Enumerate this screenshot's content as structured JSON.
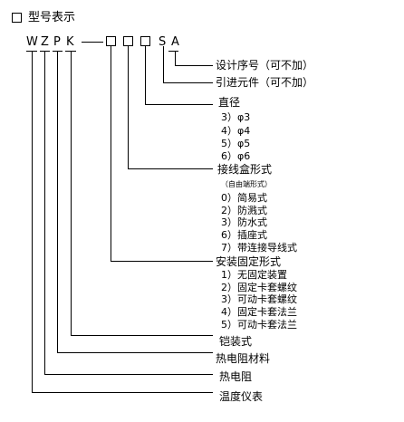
{
  "title": "型号表示",
  "code": {
    "letters": [
      "W",
      "Z",
      "P",
      "K"
    ],
    "sa": [
      "S",
      "A"
    ]
  },
  "labels": {
    "design_seq": "设计序号（可不加）",
    "lead_element": "引进元件（可不加）",
    "diameter": "直径",
    "diameter_items": [
      "3）φ3",
      "4）φ4",
      "5）φ5",
      "6）φ6"
    ],
    "junction_box": "接线盒形式",
    "junction_note": "（自由端形式）",
    "junction_items": [
      "0）简易式",
      "2）防溅式",
      "3）防水式",
      "6）插座式",
      "7）带连接导线式"
    ],
    "mount": "安装固定形式",
    "mount_items": [
      "1）无固定装置",
      "2）固定卡套螺纹",
      "3）可动卡套螺纹",
      "4）固定卡套法兰",
      "5）可动卡套法兰"
    ],
    "armored": "铠装式",
    "material": "热电阻材料",
    "thermal_resistor": "热电阻",
    "temp_instrument": "温度仪表"
  }
}
